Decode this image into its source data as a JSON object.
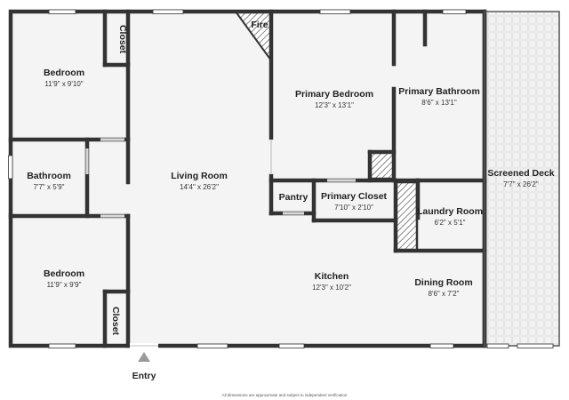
{
  "plan": {
    "rooms": [
      {
        "id": "bedroom-1",
        "name": "Bedroom",
        "dims": "11'9\" x 9'10\""
      },
      {
        "id": "closet-1",
        "name": "Closet",
        "dims": ""
      },
      {
        "id": "bathroom",
        "name": "Bathroom",
        "dims": "7'7\" x 5'9\""
      },
      {
        "id": "bedroom-2",
        "name": "Bedroom",
        "dims": "11'9\" x 9'9\""
      },
      {
        "id": "closet-2",
        "name": "Closet",
        "dims": ""
      },
      {
        "id": "living-room",
        "name": "Living Room",
        "dims": "14'4\" x 26'2\""
      },
      {
        "id": "fire",
        "name": "Fire",
        "dims": ""
      },
      {
        "id": "primary-bedroom",
        "name": "Primary Bedroom",
        "dims": "12'3\" x 13'1\""
      },
      {
        "id": "primary-bathroom",
        "name": "Primary Bathroom",
        "dims": "8'6\" x 13'1\""
      },
      {
        "id": "screened-deck",
        "name": "Screened Deck",
        "dims": "7'7\" x 26'2\""
      },
      {
        "id": "pantry",
        "name": "Pantry",
        "dims": ""
      },
      {
        "id": "primary-closet",
        "name": "Primary Closet",
        "dims": "7'10\" x 2'10\""
      },
      {
        "id": "laundry-room",
        "name": "Laundry Room",
        "dims": "6'2\" x 5'1\""
      },
      {
        "id": "kitchen",
        "name": "Kitchen",
        "dims": "12'3\" x 10'2\""
      },
      {
        "id": "dining-room",
        "name": "Dining Room",
        "dims": "8'6\" x 7'2\""
      }
    ],
    "entry_label": "Entry",
    "footnote": "All dimensions are approximate and subject to independent verification",
    "colors": {
      "wall": "#333333",
      "floor": "#f4f4f4",
      "deck": "#f2f2f2",
      "hatch": "#555555",
      "window": "#ffffff",
      "entry_arrow": "#9a9a9a"
    }
  }
}
